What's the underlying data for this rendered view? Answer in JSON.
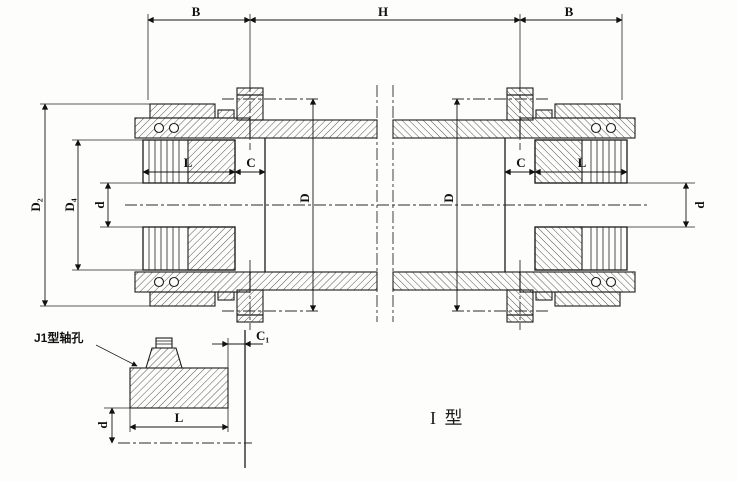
{
  "colors": {
    "ink": "#1c1c1c",
    "paper": "#fdfdfb"
  },
  "caption": {
    "type_label": "I 型"
  },
  "detail": {
    "callout": "J1型轴孔",
    "dim_c1": "C₁",
    "dim_l": "L",
    "dim_d": "d"
  },
  "dims": {
    "b_left": "B",
    "h": "H",
    "b_right": "B",
    "d2": "D₂",
    "d4": "D₄",
    "d_left": "d",
    "d_right": "d",
    "D_left": "D",
    "D_right": "D",
    "l_left": "L",
    "l_right": "L",
    "c_left": "C",
    "c_right": "C"
  }
}
